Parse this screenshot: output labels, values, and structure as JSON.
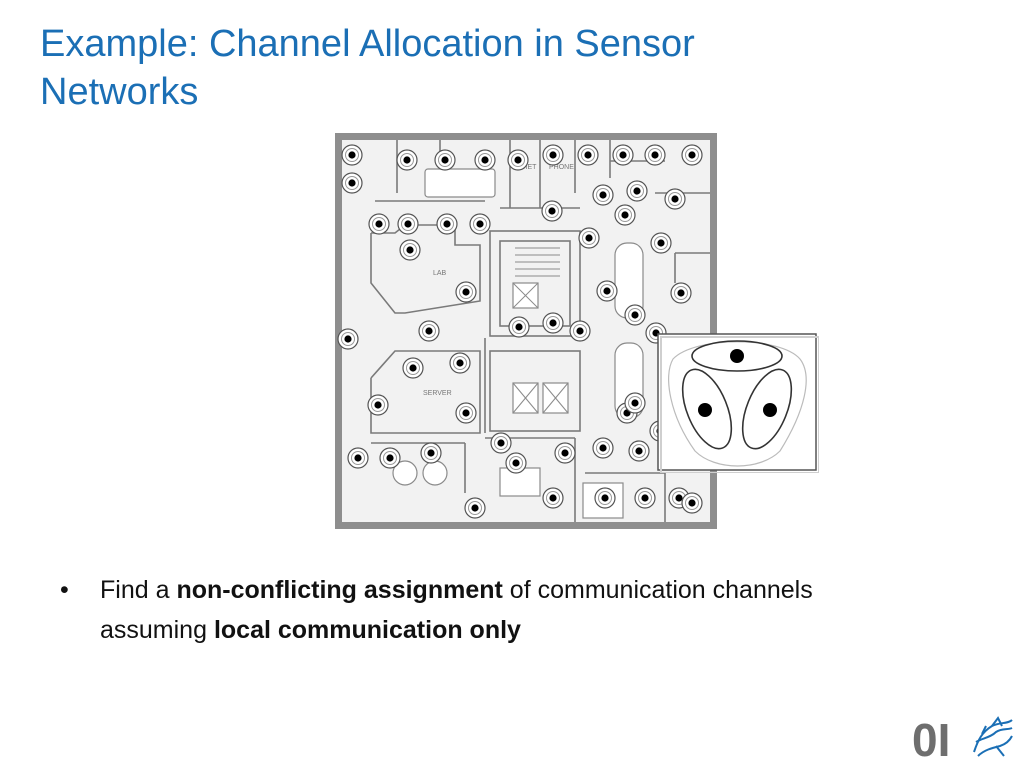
{
  "slide": {
    "title": "Example: Channel Allocation in Sensor Networks",
    "floorplan": {
      "room_labels": {
        "lab": "LAB",
        "server": "SERVER",
        "quiet": "QUIET",
        "phone": "PHONE"
      }
    },
    "bullet": {
      "symbol": "•",
      "part1": "Find a ",
      "bold1": "non-conflicting assignment",
      "part2": " of communication channels assuming ",
      "bold2": "local communication only"
    },
    "logo": {
      "text": "0I"
    }
  },
  "colors": {
    "title": "#1b6fb5",
    "logo_grey": "#6e6e6e",
    "logo_blue": "#1b6fb5"
  }
}
